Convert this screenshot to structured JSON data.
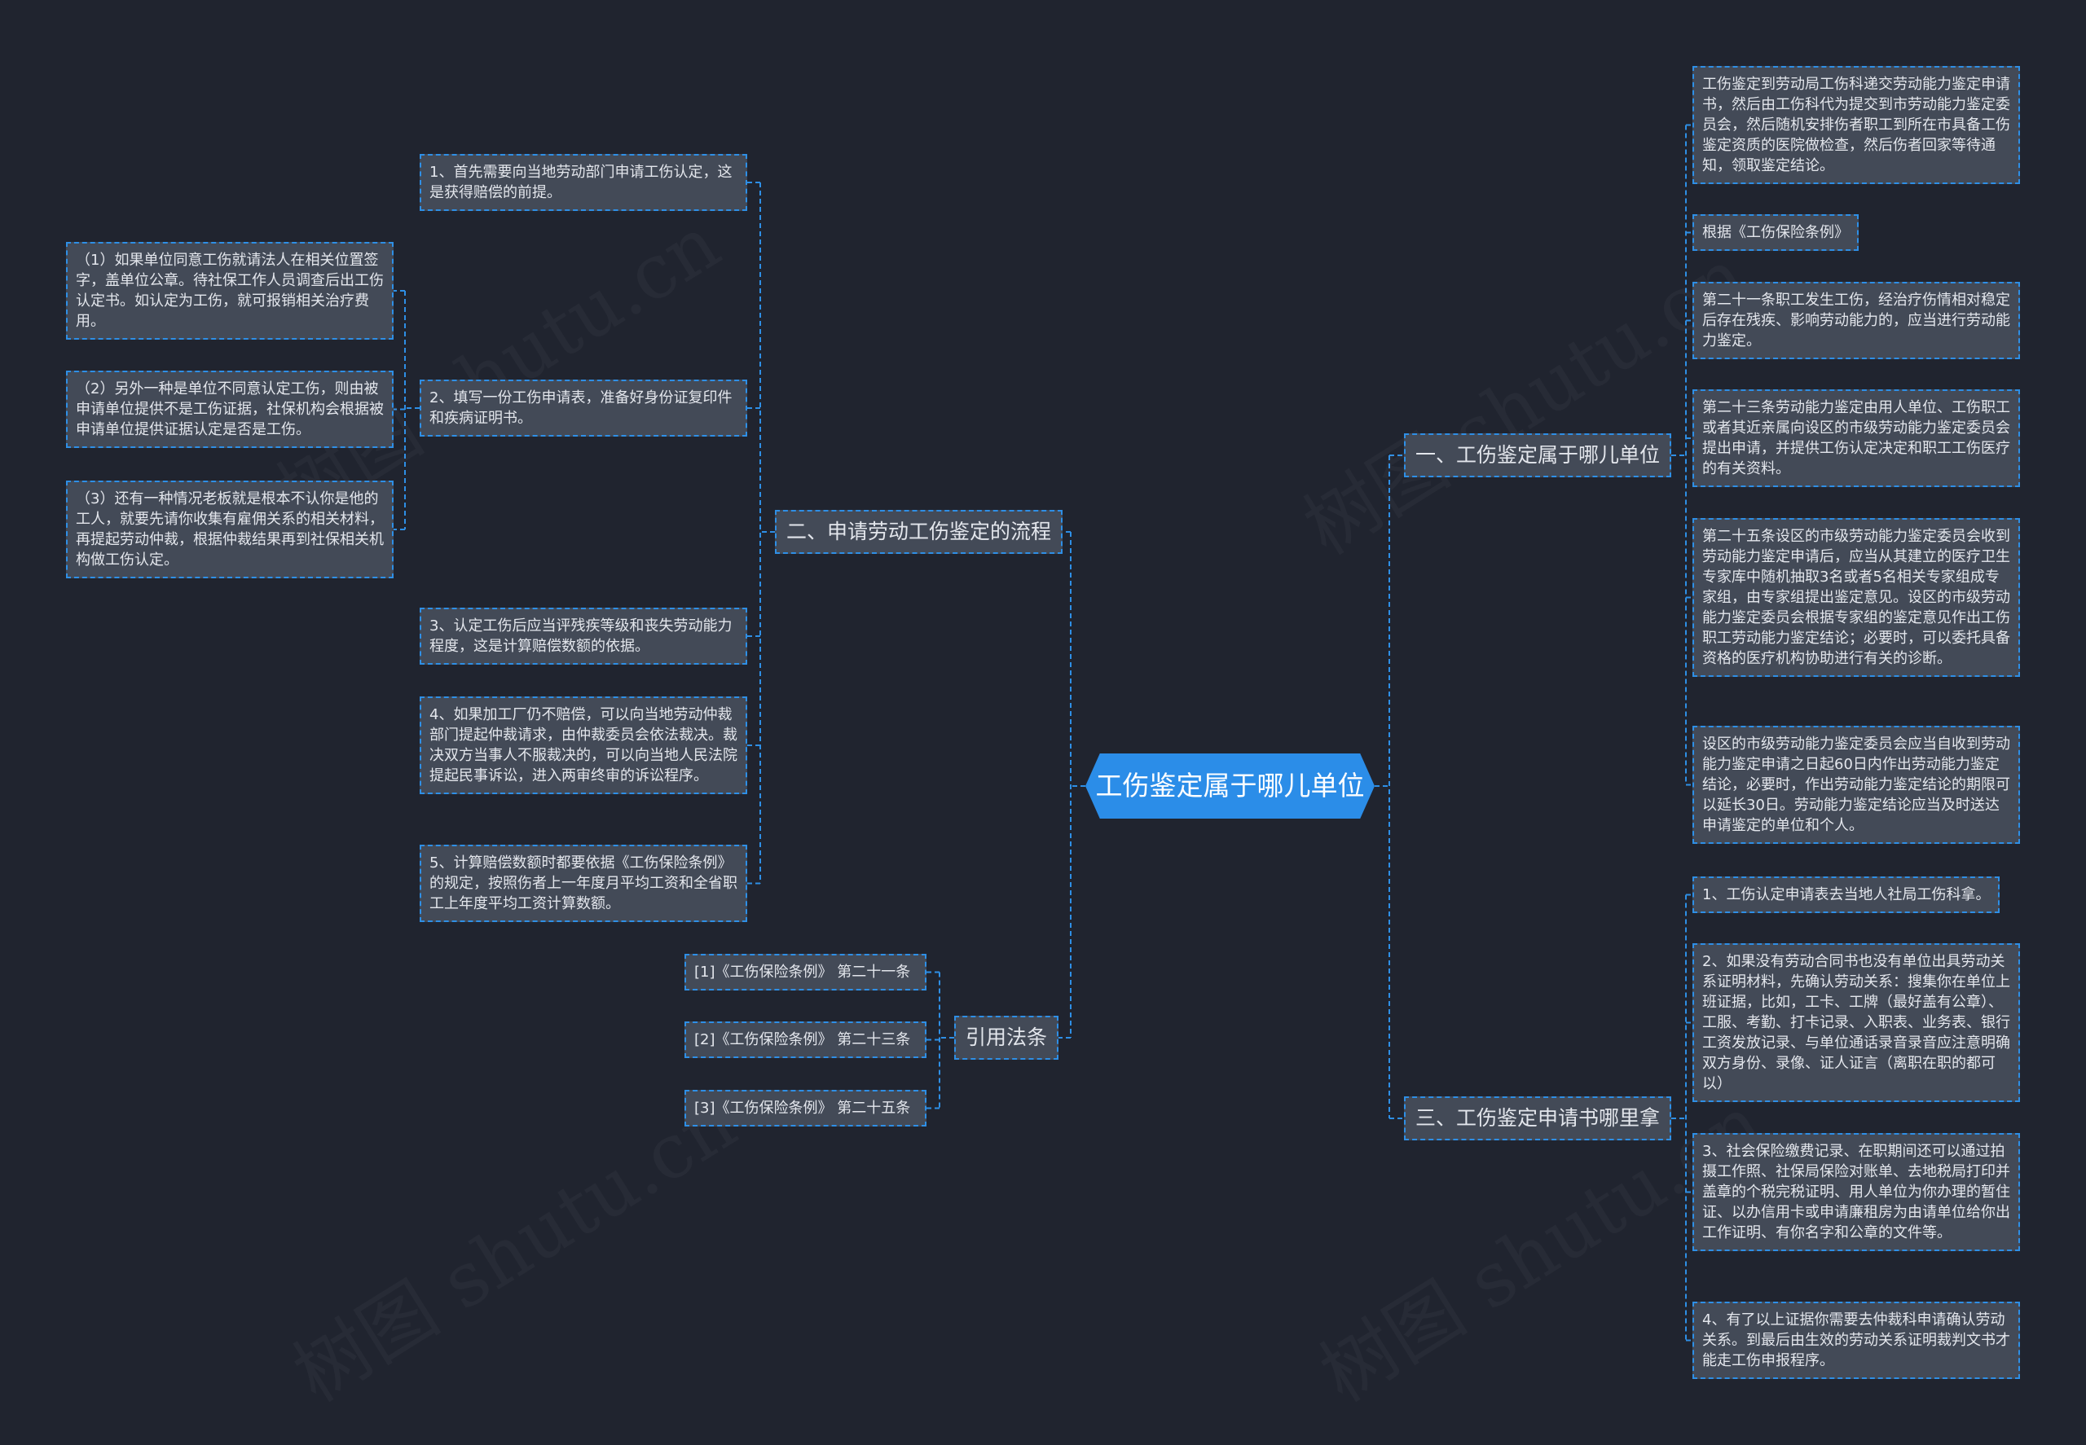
{
  "root": {
    "label": "工伤鉴定属于哪儿单位"
  },
  "branches": [
    {
      "label": "二、申请劳动工伤鉴定的流程",
      "children": [
        {
          "text": "1、首先需要向当地劳动部门申请工伤认定，这是获得赔偿的前提。"
        },
        {
          "text": "2、填写一份工伤申请表，准备好身份证复印件和疾病证明书。",
          "children": [
            {
              "text": "（1）如果单位同意工伤就请法人在相关位置签字，盖单位公章。待社保工作人员调查后出工伤认定书。如认定为工伤，就可报销相关治疗费用。"
            },
            {
              "text": "（2）另外一种是单位不同意认定工伤，则由被申请单位提供不是工伤证据，社保机构会根据被申请单位提供证据认定是否是工伤。"
            },
            {
              "text": "（3）还有一种情况老板就是根本不认你是他的工人，就要先请你收集有雇佣关系的相关材料，再提起劳动仲裁，根据仲裁结果再到社保相关机构做工伤认定。"
            }
          ]
        },
        {
          "text": "3、认定工伤后应当评残疾等级和丧失劳动能力程度，这是计算赔偿数额的依据。"
        },
        {
          "text": "4、如果加工厂仍不赔偿，可以向当地劳动仲裁部门提起仲裁请求，由仲裁委员会依法裁决。裁决双方当事人不服裁决的，可以向当地人民法院提起民事诉讼，进入两审终审的诉讼程序。"
        },
        {
          "text": "5、计算赔偿数额时都要依据《工伤保险条例》的规定，按照伤者上一年度月平均工资和全省职工上年度平均工资计算数额。"
        }
      ]
    },
    {
      "label": "引用法条",
      "children": [
        {
          "text": "[1]《工伤保险条例》 第二十一条"
        },
        {
          "text": "[2]《工伤保险条例》 第二十三条"
        },
        {
          "text": "[3]《工伤保险条例》 第二十五条"
        }
      ]
    },
    {
      "label": "一、工伤鉴定属于哪儿单位",
      "children": [
        {
          "text": "工伤鉴定到劳动局工伤科递交劳动能力鉴定申请书，然后由工伤科代为提交到市劳动能力鉴定委员会，然后随机安排伤者职工到所在市具备工伤鉴定资质的医院做检查，然后伤者回家等待通知，领取鉴定结论。"
        },
        {
          "text": "根据《工伤保险条例》"
        },
        {
          "text": "第二十一条职工发生工伤，经治疗伤情相对稳定后存在残疾、影响劳动能力的，应当进行劳动能力鉴定。"
        },
        {
          "text": "第二十三条劳动能力鉴定由用人单位、工伤职工或者其近亲属向设区的市级劳动能力鉴定委员会提出申请，并提供工伤认定决定和职工工伤医疗的有关资料。"
        },
        {
          "text": "第二十五条设区的市级劳动能力鉴定委员会收到劳动能力鉴定申请后，应当从其建立的医疗卫生专家库中随机抽取3名或者5名相关专家组成专家组，由专家组提出鉴定意见。设区的市级劳动能力鉴定委员会根据专家组的鉴定意见作出工伤职工劳动能力鉴定结论；必要时，可以委托具备资格的医疗机构协助进行有关的诊断。"
        },
        {
          "text": "设区的市级劳动能力鉴定委员会应当自收到劳动能力鉴定申请之日起60日内作出劳动能力鉴定结论，必要时，作出劳动能力鉴定结论的期限可以延长30日。劳动能力鉴定结论应当及时送达申请鉴定的单位和个人。"
        }
      ]
    },
    {
      "label": "三、工伤鉴定申请书哪里拿",
      "children": [
        {
          "text": "1、工伤认定申请表去当地人社局工伤科拿。"
        },
        {
          "text": "2、如果没有劳动合同书也没有单位出具劳动关系证明材料，先确认劳动关系：搜集你在单位上班证据，比如，工卡、工牌（最好盖有公章）、工服、考勤、打卡记录、入职表、业务表、银行工资发放记录、与单位通话录音录音应注意明确双方身份、录像、证人证言（离职在职的都可以）"
        },
        {
          "text": "3、社会保险缴费记录、在职期间还可以通过拍摄工作照、社保局保险对账单、去地税局打印并盖章的个税完税证明、用人单位为你办理的暂住证、以办信用卡或申请廉租房为由请单位给你出工作证明、有你名字和公章的文件等。"
        },
        {
          "text": "4、有了以上证据你需要去仲裁科申请确认劳动关系。到最后由生效的劳动关系证明裁判文书才能走工伤申报程序。"
        }
      ]
    }
  ],
  "watermark": {
    "text": "树图 shutu.cn"
  },
  "colors": {
    "background": "#20242f",
    "node": "#434a57",
    "accent": "#2e8fe6",
    "root": "#2b8de8"
  }
}
